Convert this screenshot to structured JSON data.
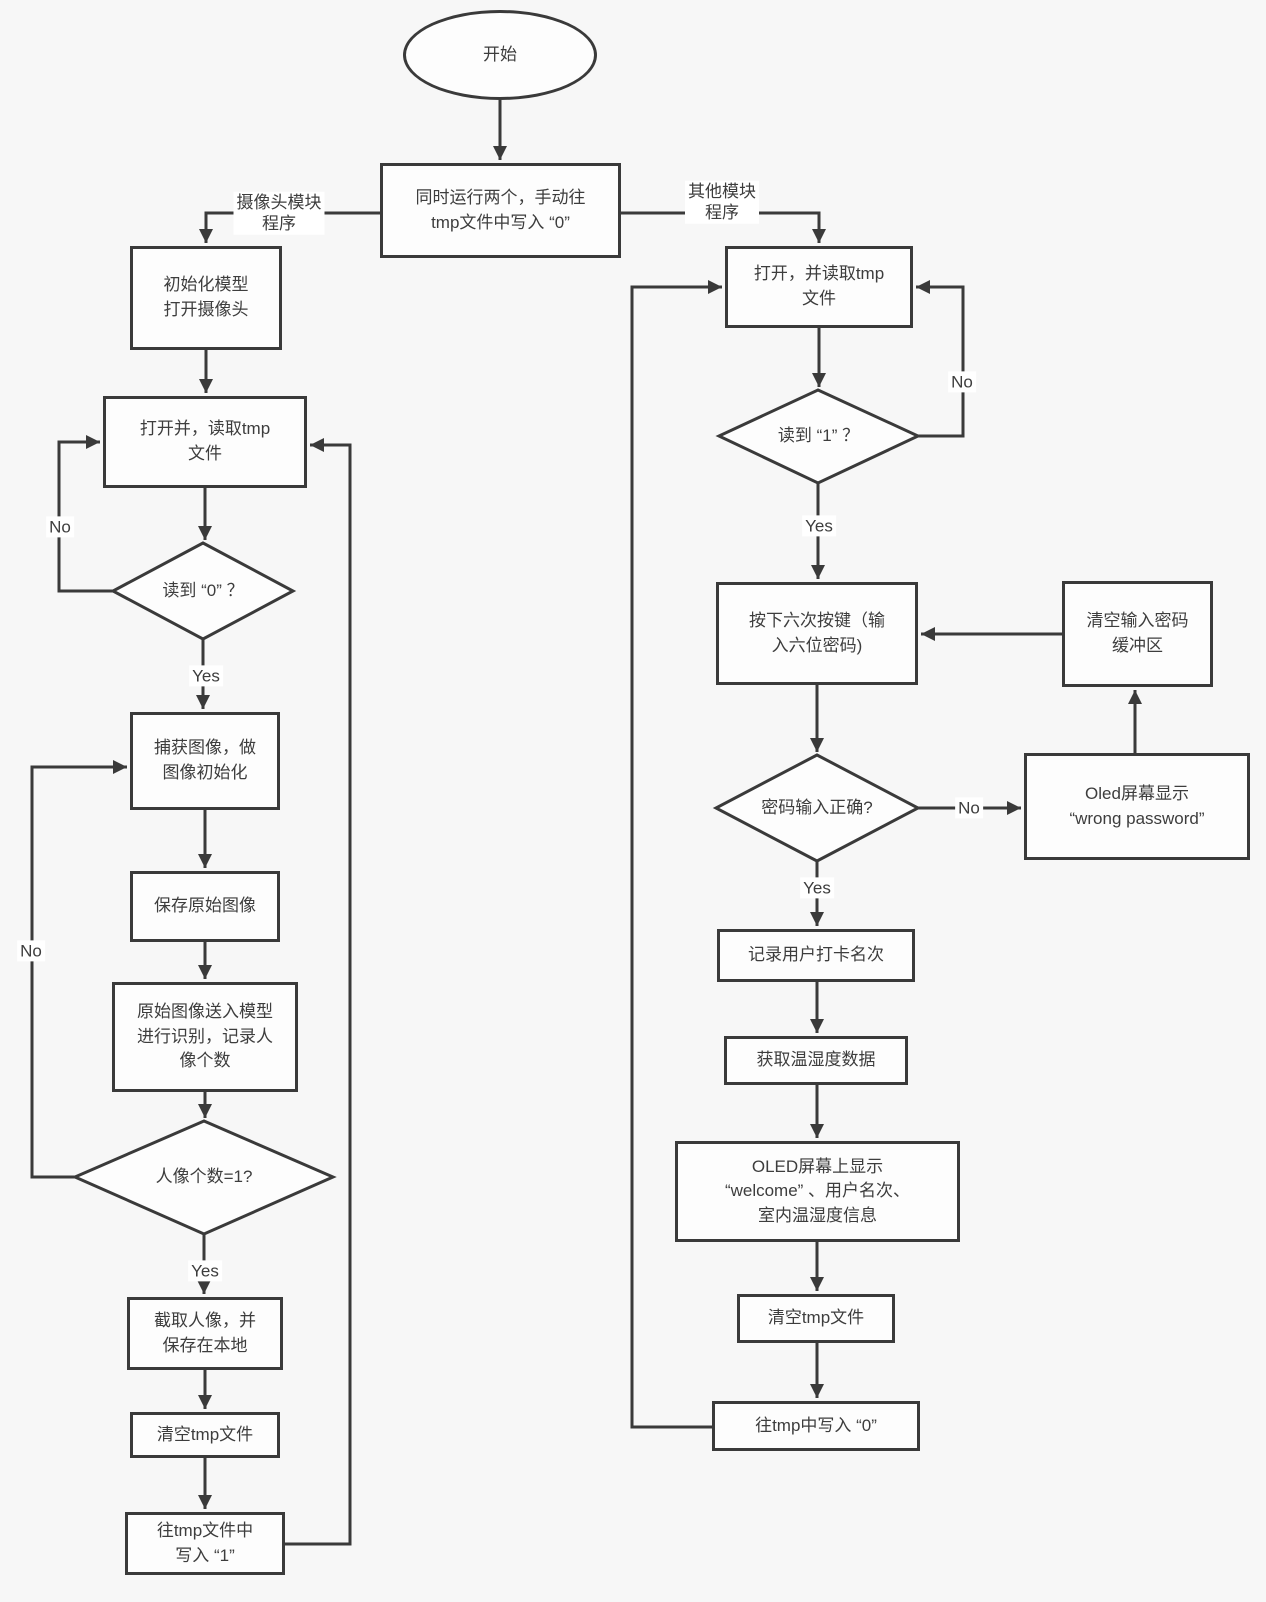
{
  "canvas": {
    "bg_color": "#f7f7f7",
    "line_color": "#3a3a3a",
    "node_fill": "#fdfdfd",
    "text_color": "#3d3d3d"
  },
  "nodes": {
    "start": {
      "label": "开始"
    },
    "run_both": {
      "label": "同时运行两个，手动往\ntmp文件中写入 “0”"
    },
    "init_model": {
      "label": "初始化模型\n打开摄像头"
    },
    "open_read_left": {
      "label": "打开并，读取tmp\n文件"
    },
    "read0": {
      "label": "读到 “0” ？"
    },
    "capture": {
      "label": "捕获图像，做\n图像初始化"
    },
    "save_orig": {
      "label": "保存原始图像"
    },
    "model_recog": {
      "label": "原始图像送入模型\n进行识别，记录人\n像个数"
    },
    "face_count": {
      "label": "人像个数=1?"
    },
    "crop_face": {
      "label": "截取人像，并\n保存在本地"
    },
    "clear_tmp_left": {
      "label": "清空tmp文件"
    },
    "write1": {
      "label": "往tmp文件中\n写入 “1”"
    },
    "open_read_right": {
      "label": "打开，并读取tmp\n文件"
    },
    "read1": {
      "label": "读到 “1” ？"
    },
    "press_keys": {
      "label": "按下六次按键（输\n入六位密码)"
    },
    "pwd_correct": {
      "label": "密码输入正确?"
    },
    "clear_pwd_buf": {
      "label": "清空输入密码\n缓冲区"
    },
    "oled_wrong": {
      "label": "Oled屏幕显示\n“wrong password”"
    },
    "record_rank": {
      "label": "记录用户打卡名次"
    },
    "get_temp": {
      "label": "获取温湿度数据"
    },
    "oled_show": {
      "label": "OLED屏幕上显示\n“welcome” 、用户名次、\n室内温湿度信息"
    },
    "clear_tmp_right": {
      "label": "清空tmp文件"
    },
    "write0": {
      "label": "往tmp中写入 “0”"
    }
  },
  "edge_labels": {
    "camera_branch": "摄像头模块\n程序",
    "other_branch": "其他模块\n程序",
    "read0_no": "No",
    "read0_yes": "Yes",
    "face_no": "No",
    "face_yes": "Yes",
    "read1_no": "No",
    "read1_yes": "Yes",
    "pwd_no": "No",
    "pwd_yes": "Yes"
  }
}
